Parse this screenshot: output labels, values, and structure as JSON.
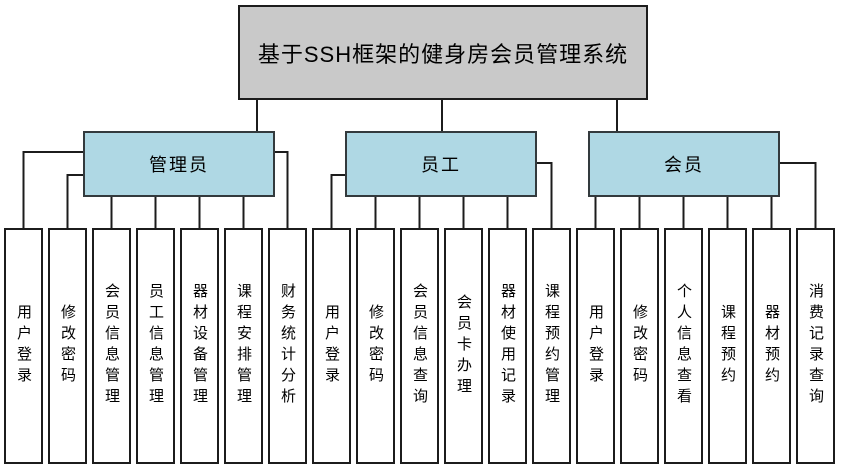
{
  "colors": {
    "node-blue": "#afd8e4",
    "node-gray": "#c9c9c9",
    "leaf-bg": "#ffffff",
    "line-color": "#1c1c1c",
    "border-color": "#1c1c1c",
    "text-color": "#000000"
  },
  "root": {
    "label": "基于SSH框架的健身房会员管理系统"
  },
  "branches": [
    {
      "label": "管理员",
      "children": [
        "用户登录",
        "修改密码",
        "会员信息管理",
        "员工信息管理",
        "器材设备管理",
        "课程安排管理",
        "财务统计分析"
      ]
    },
    {
      "label": "员工",
      "children": [
        "用户登录",
        "修改密码",
        "会员信息查询",
        "会员卡办理",
        "器材使用记录",
        "课程预约管理"
      ]
    },
    {
      "label": "会员",
      "children": [
        "用户登录",
        "修改密码",
        "个人信息查看",
        "课程预约",
        "器材预约",
        "消费记录查询"
      ]
    }
  ]
}
